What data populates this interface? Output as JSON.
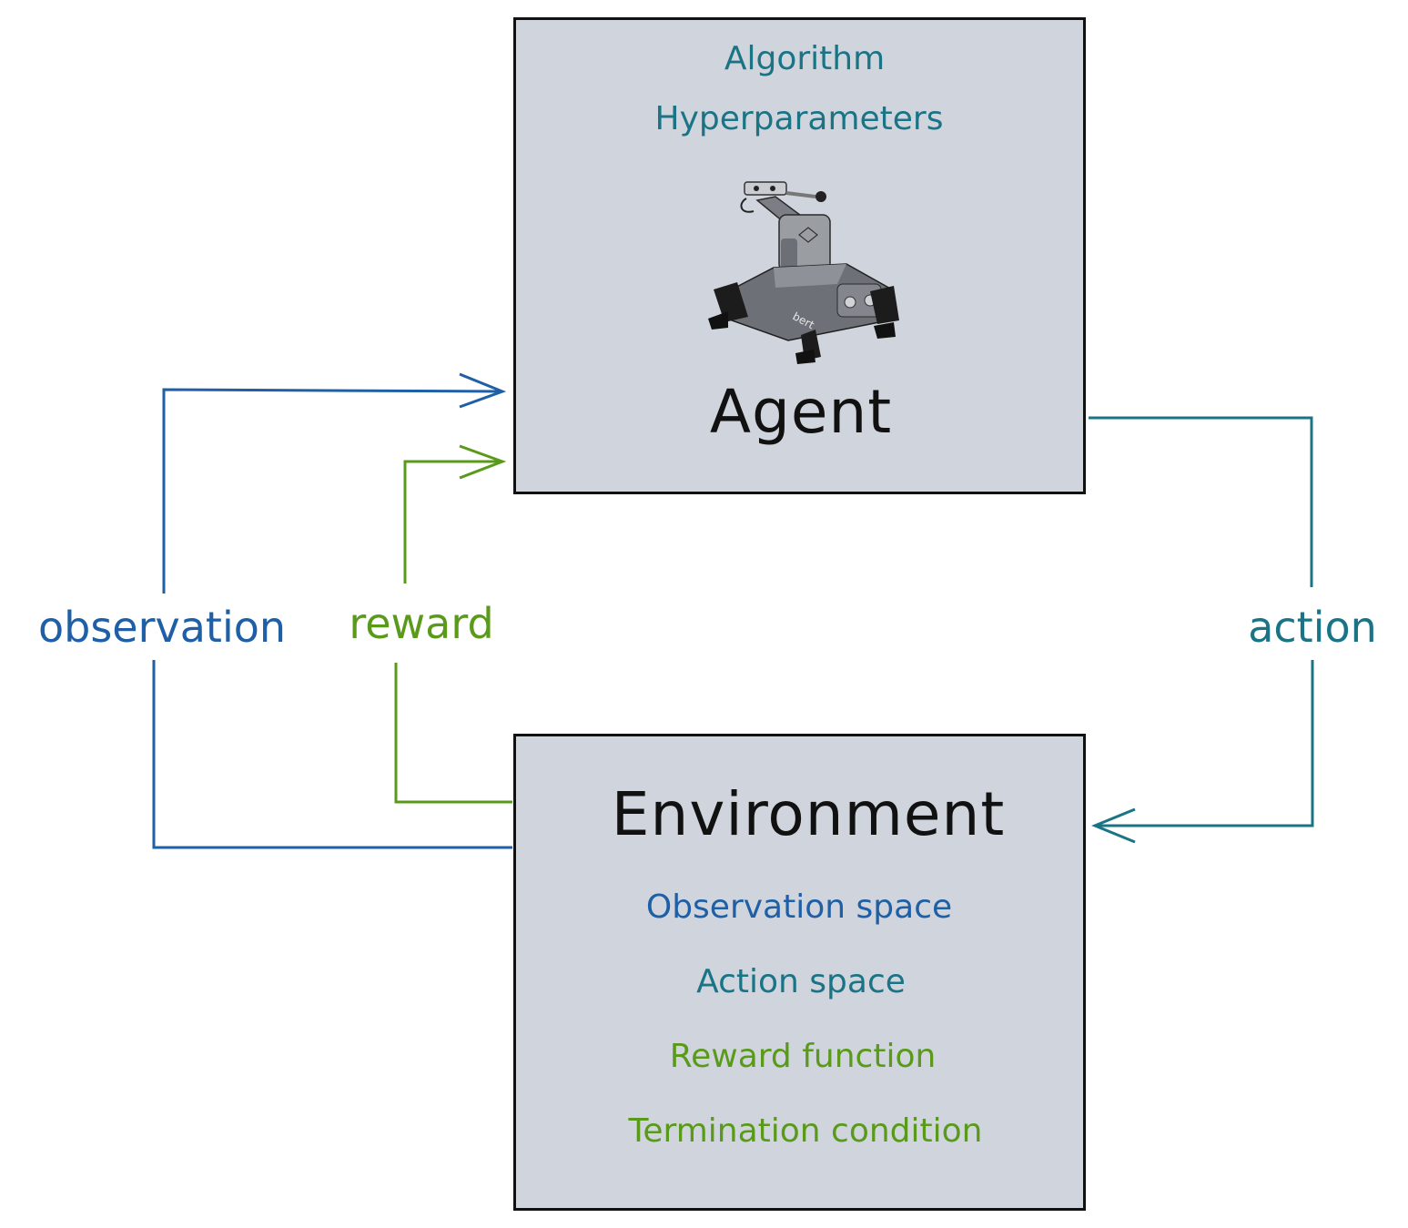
{
  "agent": {
    "title": "Agent",
    "items": [
      "Algorithm",
      "Hyperparameters"
    ],
    "image": "robot-photo"
  },
  "environment": {
    "title": "Environment",
    "items": [
      "Observation space",
      "Action space",
      "Reward function",
      "Termination condition"
    ]
  },
  "labels": {
    "observation": "observation",
    "reward": "reward",
    "action": "action"
  },
  "robot_decal": "bert",
  "colors": {
    "box_fill": "#d0d5dd",
    "observation": "#1f5fa6",
    "reward": "#5a9a1a",
    "action": "#1a7486",
    "title": "#111111"
  }
}
